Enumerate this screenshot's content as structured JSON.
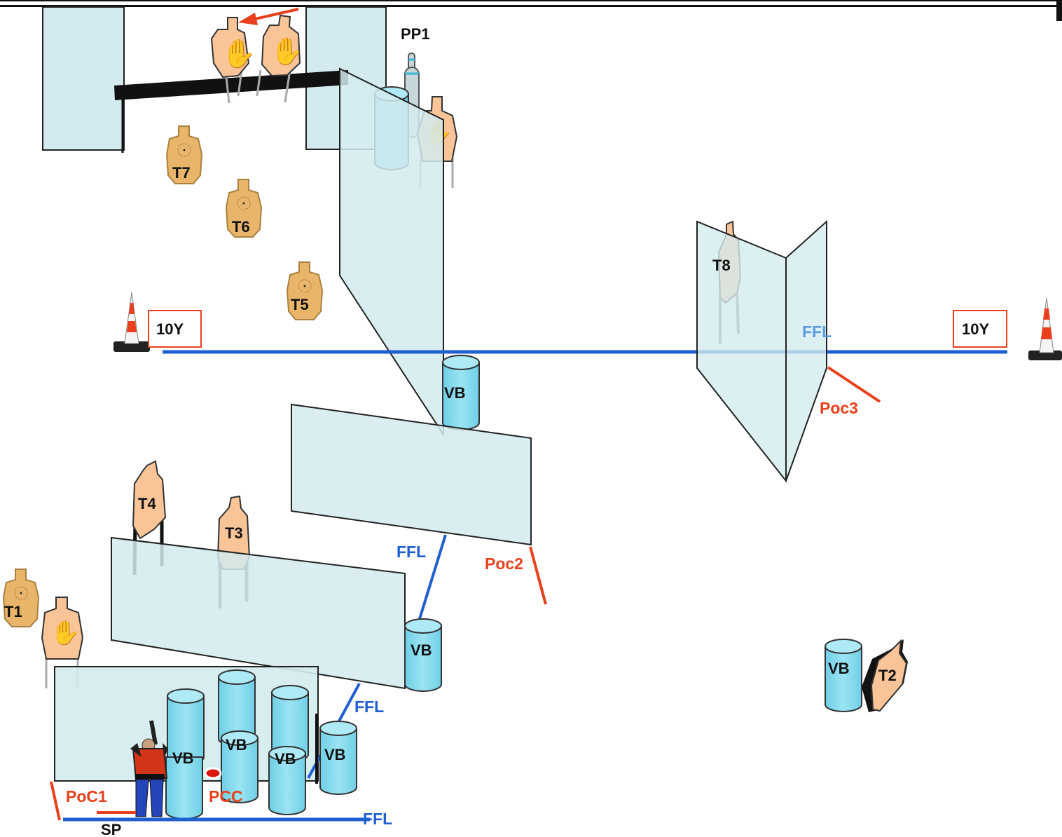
{
  "labels": {
    "pp1": "PP1",
    "t1": "T1",
    "t2": "T2",
    "t3": "T3",
    "t4": "T4",
    "t5": "T5",
    "t6": "T6",
    "t7": "T7",
    "t8": "T8",
    "ten_y_left": "10Y",
    "ten_y_right": "10Y",
    "ffl_top": "FFL",
    "ffl_mid": "FFL",
    "ffl_lower": "FFL",
    "ffl_bottom": "FFL",
    "poc1": "PoC1",
    "poc2": "Poc2",
    "poc3": "Poc3",
    "pcc": "PCC",
    "sp": "SP",
    "vb_center": "VB",
    "vb_mid": "VB",
    "vb_right": "VB",
    "vb_cluster_a": "VB",
    "vb_cluster_b": "VB",
    "vb_cluster_c": "VB",
    "vb_cluster_d": "VB"
  },
  "colors": {
    "wall_fill": "#d3ebee",
    "barrel": "#7fd9ee",
    "target_flesh": "#f8c498",
    "cardboard": "#e9b56b",
    "fault_line": "#1f5fcf",
    "red": "#e8401c"
  }
}
